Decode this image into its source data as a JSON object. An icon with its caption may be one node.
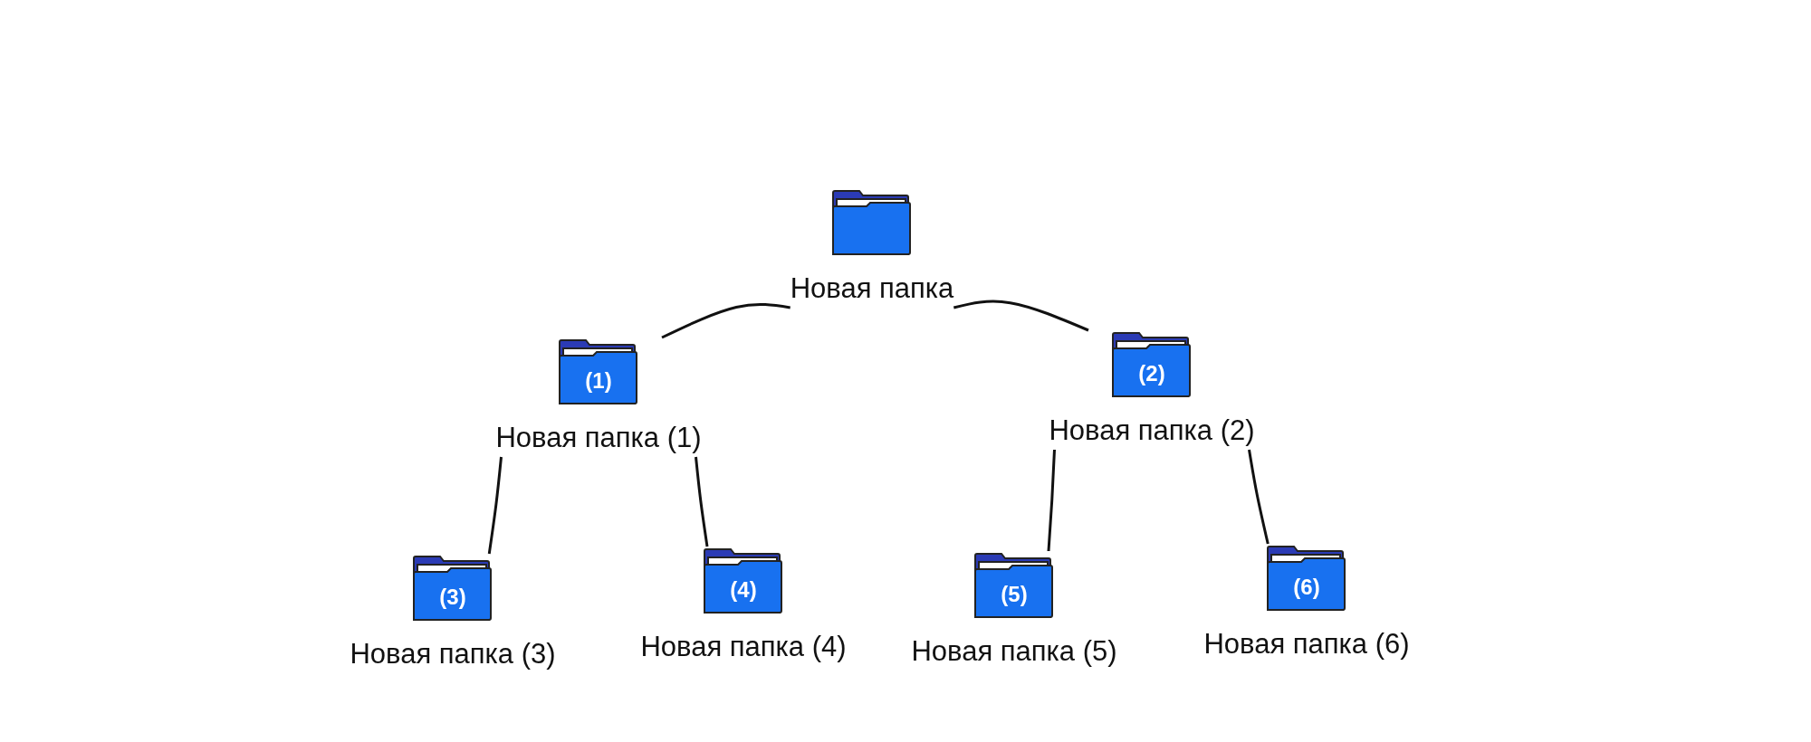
{
  "diagram": {
    "nodes": [
      {
        "text": [
          "Новая папка"
        ]
      },
      {
        "text": [
          "(1)",
          "Новая папка (1)"
        ]
      },
      {
        "text": [
          "(2)",
          "Новая папка (2)"
        ]
      },
      {
        "text": [
          "(3)",
          "Новая папка (3)"
        ]
      },
      {
        "text": [
          "(4)",
          "Новая папка (4)"
        ]
      },
      {
        "text": [
          "(5)",
          "Новая папка (5)"
        ]
      },
      {
        "text": [
          "(6)",
          "Новая папка (6)"
        ]
      }
    ],
    "edges": [
      {
        "from": 0,
        "to": 1,
        "arrow": "none"
      },
      {
        "from": 0,
        "to": 2,
        "arrow": "none"
      },
      {
        "from": 1,
        "to": 3,
        "arrow": "none"
      },
      {
        "from": 1,
        "to": 4,
        "arrow": "none"
      },
      {
        "from": 2,
        "to": 5,
        "arrow": "none"
      },
      {
        "from": 2,
        "to": 6,
        "arrow": "none"
      }
    ]
  }
}
